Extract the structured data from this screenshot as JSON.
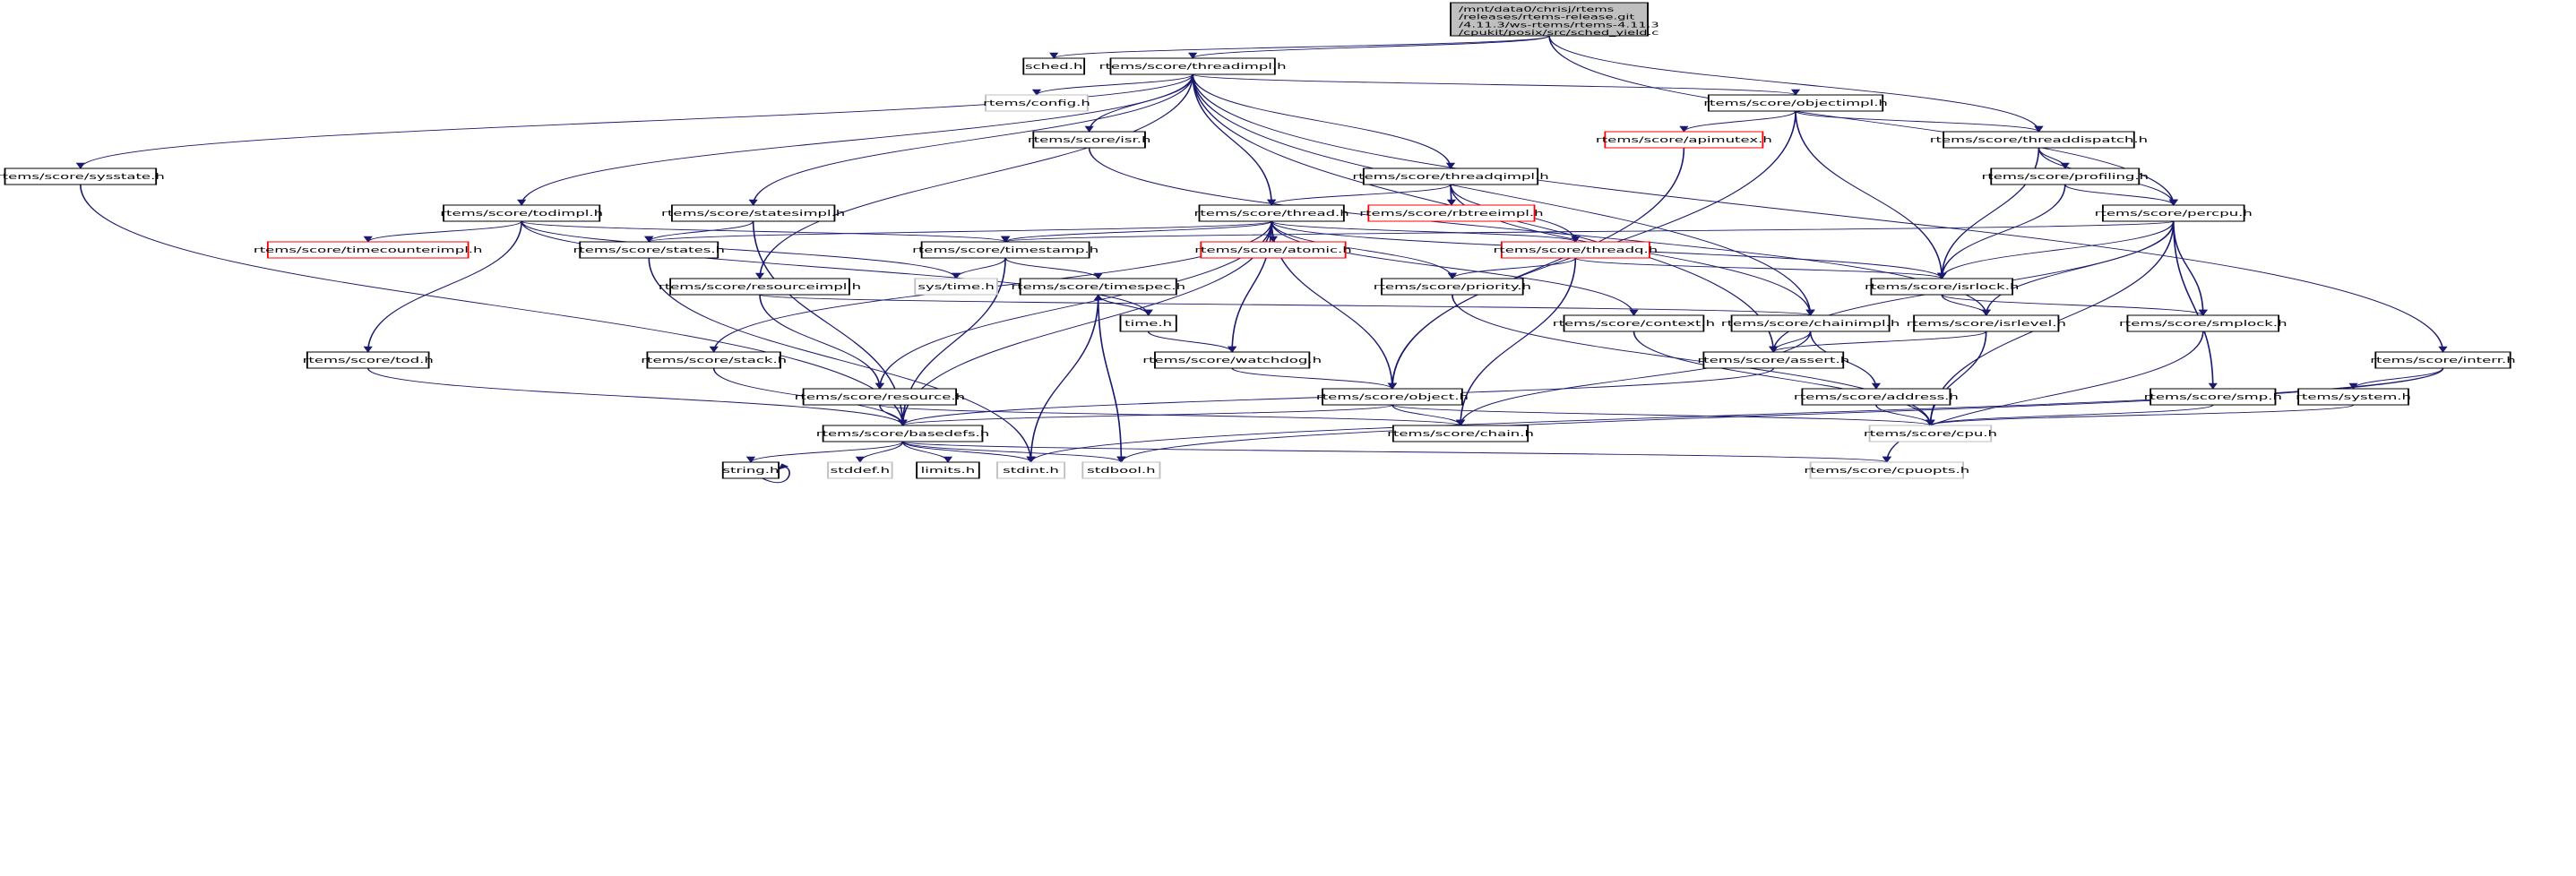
{
  "colors": {
    "edge": "#191970",
    "node_border": "#000000",
    "red_border": "#ff0000",
    "gray_border": "#bfbfbf",
    "root_fill": "#bfbfbf"
  },
  "root": {
    "id": "root",
    "lines": [
      "/mnt/data0/chrisj/rtems",
      "/releases/rtems-release.git",
      "/4.11.3/ws-rtems/rtems-4.11.3",
      "/cpukit/posix/src/sched_yield.c"
    ]
  },
  "nodes": [
    {
      "id": "sched",
      "label": "sched.h",
      "style": "normal"
    },
    {
      "id": "threadimpl",
      "label": "rtems/score/threadimpl.h",
      "style": "normal"
    },
    {
      "id": "config",
      "label": "rtems/config.h",
      "style": "gray"
    },
    {
      "id": "objectimpl",
      "label": "rtems/score/objectimpl.h",
      "style": "normal"
    },
    {
      "id": "isr",
      "label": "rtems/score/isr.h",
      "style": "normal"
    },
    {
      "id": "apimutex",
      "label": "rtems/score/apimutex.h",
      "style": "red"
    },
    {
      "id": "threaddispatch",
      "label": "rtems/score/threaddispatch.h",
      "style": "normal"
    },
    {
      "id": "sysstate",
      "label": "rtems/score/sysstate.h",
      "style": "normal"
    },
    {
      "id": "threadqimpl",
      "label": "rtems/score/threadqimpl.h",
      "style": "normal"
    },
    {
      "id": "profiling",
      "label": "rtems/score/profiling.h",
      "style": "normal"
    },
    {
      "id": "todimpl",
      "label": "rtems/score/todimpl.h",
      "style": "normal"
    },
    {
      "id": "statesimpl",
      "label": "rtems/score/statesimpl.h",
      "style": "normal"
    },
    {
      "id": "thread",
      "label": "rtems/score/thread.h",
      "style": "normal"
    },
    {
      "id": "rbtreeimpl",
      "label": "rtems/score/rbtreeimpl.h",
      "style": "red"
    },
    {
      "id": "percpu",
      "label": "rtems/score/percpu.h",
      "style": "normal"
    },
    {
      "id": "timecounterimpl",
      "label": "rtems/score/timecounterimpl.h",
      "style": "red"
    },
    {
      "id": "states",
      "label": "rtems/score/states.h",
      "style": "normal"
    },
    {
      "id": "timestamp",
      "label": "rtems/score/timestamp.h",
      "style": "normal"
    },
    {
      "id": "atomic",
      "label": "rtems/score/atomic.h",
      "style": "red"
    },
    {
      "id": "threadq",
      "label": "rtems/score/threadq.h",
      "style": "red"
    },
    {
      "id": "resourceimpl",
      "label": "rtems/score/resourceimpl.h",
      "style": "normal"
    },
    {
      "id": "systime",
      "label": "sys/time.h",
      "style": "gray"
    },
    {
      "id": "timespec",
      "label": "rtems/score/timespec.h",
      "style": "normal"
    },
    {
      "id": "priority",
      "label": "rtems/score/priority.h",
      "style": "normal"
    },
    {
      "id": "isrlock",
      "label": "rtems/score/isrlock.h",
      "style": "normal"
    },
    {
      "id": "time",
      "label": "time.h",
      "style": "normal"
    },
    {
      "id": "context",
      "label": "rtems/score/context.h",
      "style": "normal"
    },
    {
      "id": "chainimpl",
      "label": "rtems/score/chainimpl.h",
      "style": "normal"
    },
    {
      "id": "isrlevel",
      "label": "rtems/score/isrlevel.h",
      "style": "normal"
    },
    {
      "id": "smplock",
      "label": "rtems/score/smplock.h",
      "style": "normal"
    },
    {
      "id": "tod",
      "label": "rtems/score/tod.h",
      "style": "normal"
    },
    {
      "id": "stack",
      "label": "rtems/score/stack.h",
      "style": "normal"
    },
    {
      "id": "watchdog",
      "label": "rtems/score/watchdog.h",
      "style": "normal"
    },
    {
      "id": "assert",
      "label": "rtems/score/assert.h",
      "style": "normal"
    },
    {
      "id": "interr",
      "label": "rtems/score/interr.h",
      "style": "normal"
    },
    {
      "id": "resource",
      "label": "rtems/score/resource.h",
      "style": "normal"
    },
    {
      "id": "object",
      "label": "rtems/score/object.h",
      "style": "normal"
    },
    {
      "id": "address",
      "label": "rtems/score/address.h",
      "style": "normal"
    },
    {
      "id": "smp",
      "label": "rtems/score/smp.h",
      "style": "normal"
    },
    {
      "id": "system",
      "label": "rtems/system.h",
      "style": "normal"
    },
    {
      "id": "basedefs",
      "label": "rtems/score/basedefs.h",
      "style": "normal"
    },
    {
      "id": "chain",
      "label": "rtems/score/chain.h",
      "style": "normal"
    },
    {
      "id": "cpu",
      "label": "rtems/score/cpu.h",
      "style": "gray"
    },
    {
      "id": "string",
      "label": "string.h",
      "style": "normal"
    },
    {
      "id": "stddef",
      "label": "stddef.h",
      "style": "gray"
    },
    {
      "id": "limits",
      "label": "limits.h",
      "style": "normal"
    },
    {
      "id": "stdint",
      "label": "stdint.h",
      "style": "gray"
    },
    {
      "id": "stdbool",
      "label": "stdbool.h",
      "style": "gray"
    },
    {
      "id": "cpuopts",
      "label": "rtems/score/cpuopts.h",
      "style": "gray"
    }
  ],
  "edges": [
    [
      "root",
      "sched"
    ],
    [
      "root",
      "threadimpl"
    ],
    [
      "root",
      "threaddispatch"
    ],
    [
      "root",
      "percpu"
    ],
    [
      "threadimpl",
      "sysstate"
    ],
    [
      "threadimpl",
      "assert"
    ],
    [
      "threadimpl",
      "todimpl"
    ],
    [
      "threadimpl",
      "config"
    ],
    [
      "threadimpl",
      "isr"
    ],
    [
      "threadimpl",
      "statesimpl"
    ],
    [
      "threadimpl",
      "resourceimpl"
    ],
    [
      "threadimpl",
      "thread"
    ],
    [
      "threadimpl",
      "threadqimpl"
    ],
    [
      "threadimpl",
      "chainimpl"
    ],
    [
      "threadimpl",
      "objectimpl"
    ],
    [
      "threadimpl",
      "interr"
    ],
    [
      "objectimpl",
      "apimutex"
    ],
    [
      "objectimpl",
      "threaddispatch"
    ],
    [
      "objectimpl",
      "isrlock"
    ],
    [
      "objectimpl",
      "object"
    ],
    [
      "apimutex",
      "object"
    ],
    [
      "threaddispatch",
      "profiling"
    ],
    [
      "threaddispatch",
      "percpu"
    ],
    [
      "threaddispatch",
      "isrlock"
    ],
    [
      "profiling",
      "percpu"
    ],
    [
      "profiling",
      "isrlock"
    ],
    [
      "sysstate",
      "basedefs"
    ],
    [
      "threadqimpl",
      "thread"
    ],
    [
      "threadqimpl",
      "rbtreeimpl"
    ],
    [
      "threadqimpl",
      "threadq"
    ],
    [
      "threadqimpl",
      "chainimpl"
    ],
    [
      "todimpl",
      "timecounterimpl"
    ],
    [
      "todimpl",
      "timestamp"
    ],
    [
      "todimpl",
      "systime"
    ],
    [
      "todimpl",
      "time"
    ],
    [
      "todimpl",
      "tod"
    ],
    [
      "statesimpl",
      "states"
    ],
    [
      "statesimpl",
      "basedefs"
    ],
    [
      "thread",
      "states"
    ],
    [
      "thread",
      "timestamp"
    ],
    [
      "thread",
      "atomic"
    ],
    [
      "thread",
      "threadq"
    ],
    [
      "thread",
      "isrlock"
    ],
    [
      "thread",
      "priority"
    ],
    [
      "thread",
      "context"
    ],
    [
      "thread",
      "object"
    ],
    [
      "thread",
      "watchdog"
    ],
    [
      "thread",
      "resource"
    ],
    [
      "thread",
      "stack"
    ],
    [
      "thread",
      "basedefs"
    ],
    [
      "percpu",
      "timestamp"
    ],
    [
      "percpu",
      "isrlock"
    ],
    [
      "percpu",
      "isrlevel"
    ],
    [
      "percpu",
      "smplock"
    ],
    [
      "percpu",
      "assert"
    ],
    [
      "percpu",
      "cpu"
    ],
    [
      "percpu",
      "smp"
    ],
    [
      "states",
      "stdint"
    ],
    [
      "timestamp",
      "systime"
    ],
    [
      "timestamp",
      "timespec"
    ],
    [
      "timestamp",
      "basedefs"
    ],
    [
      "threadq",
      "priority"
    ],
    [
      "threadq",
      "isrlock"
    ],
    [
      "threadq",
      "chain"
    ],
    [
      "resourceimpl",
      "chainimpl"
    ],
    [
      "resourceimpl",
      "resource"
    ],
    [
      "timespec",
      "time"
    ],
    [
      "timespec",
      "stdint"
    ],
    [
      "timespec",
      "stdbool"
    ],
    [
      "time",
      "timespec"
    ],
    [
      "time",
      "watchdog"
    ],
    [
      "priority",
      "cpu"
    ],
    [
      "isrlock",
      "isrlevel"
    ],
    [
      "isrlock",
      "smplock"
    ],
    [
      "isr",
      "isrlevel"
    ],
    [
      "context",
      "cpu"
    ],
    [
      "chainimpl",
      "assert"
    ],
    [
      "chainimpl",
      "address"
    ],
    [
      "chainimpl",
      "chain"
    ],
    [
      "isrlevel",
      "assert"
    ],
    [
      "isrlevel",
      "cpu"
    ],
    [
      "smplock",
      "cpuopts"
    ],
    [
      "tod",
      "basedefs"
    ],
    [
      "stack",
      "basedefs"
    ],
    [
      "watchdog",
      "object"
    ],
    [
      "assert",
      "basedefs"
    ],
    [
      "interr",
      "system"
    ],
    [
      "interr",
      "stdint"
    ],
    [
      "interr",
      "stdbool"
    ],
    [
      "resource",
      "basedefs"
    ],
    [
      "resource",
      "chain"
    ],
    [
      "object",
      "basedefs"
    ],
    [
      "object",
      "chain"
    ],
    [
      "object",
      "cpu"
    ],
    [
      "address",
      "cpu"
    ],
    [
      "smp",
      "cpu"
    ],
    [
      "system",
      "cpu"
    ],
    [
      "basedefs",
      "string"
    ],
    [
      "basedefs",
      "stddef"
    ],
    [
      "basedefs",
      "limits"
    ],
    [
      "basedefs",
      "stdint"
    ],
    [
      "basedefs",
      "stdbool"
    ],
    [
      "basedefs",
      "cpuopts"
    ],
    [
      "string",
      "string"
    ]
  ]
}
